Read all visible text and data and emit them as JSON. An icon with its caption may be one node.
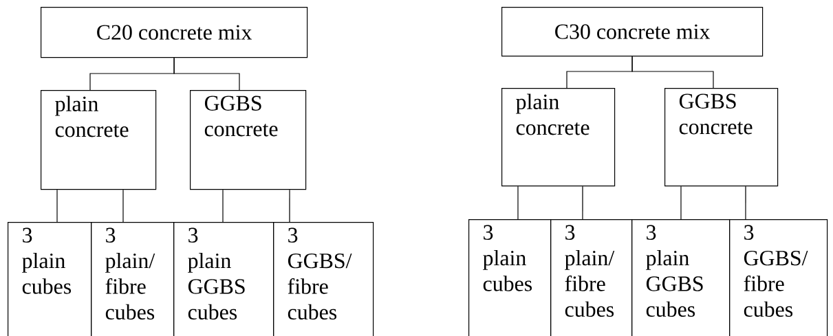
{
  "diagram": {
    "nodes": [
      {
        "text": [
          "C20 concrete mix"
        ]
      },
      {
        "text": [
          "plain concrete"
        ]
      },
      {
        "text": [
          "GGBS concrete"
        ]
      },
      {
        "text": [
          "3 plain cubes"
        ]
      },
      {
        "text": [
          "3 plain/ fibre cubes"
        ]
      },
      {
        "text": [
          "3 plain GGBS cubes"
        ]
      },
      {
        "text": [
          "3 GGBS/ fibre cubes"
        ]
      },
      {
        "text": [
          "C30 concrete mix"
        ]
      },
      {
        "text": [
          "plain concrete"
        ]
      },
      {
        "text": [
          "GGBS concrete"
        ]
      },
      {
        "text": [
          "3 plain cubes"
        ]
      },
      {
        "text": [
          "3 plain/ fibre cubes"
        ]
      },
      {
        "text": [
          "3 plain GGBS cubes"
        ]
      },
      {
        "text": [
          "3 GGBS/ fibre cubes"
        ]
      }
    ],
    "edges": [
      {
        "from": 0,
        "to": 1,
        "arrow": "none"
      },
      {
        "from": 0,
        "to": 2,
        "arrow": "none"
      },
      {
        "from": 1,
        "to": 3,
        "arrow": "none"
      },
      {
        "from": 1,
        "to": 4,
        "arrow": "none"
      },
      {
        "from": 2,
        "to": 5,
        "arrow": "none"
      },
      {
        "from": 2,
        "to": 6,
        "arrow": "none"
      },
      {
        "from": 7,
        "to": 8,
        "arrow": "none"
      },
      {
        "from": 7,
        "to": 9,
        "arrow": "none"
      },
      {
        "from": 8,
        "to": 10,
        "arrow": "none"
      },
      {
        "from": 8,
        "to": 11,
        "arrow": "none"
      },
      {
        "from": 9,
        "to": 12,
        "arrow": "none"
      },
      {
        "from": 9,
        "to": 13,
        "arrow": "none"
      }
    ]
  }
}
